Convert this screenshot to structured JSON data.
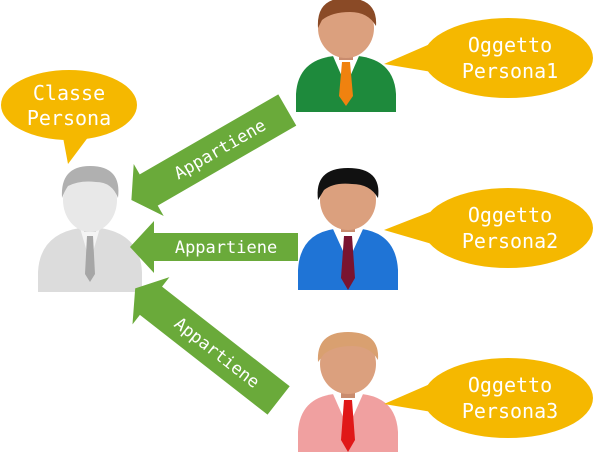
{
  "class_bubble": {
    "line1": "Classe",
    "line2": "Persona"
  },
  "objects": [
    {
      "line1": "Oggetto",
      "line2": "Persona1",
      "shirt_color": "#1e8a3c",
      "tie_color": "#f0820f",
      "hair_color": "#8a4a26"
    },
    {
      "line1": "Oggetto",
      "line2": "Persona2",
      "shirt_color": "#1f74d6",
      "tie_color": "#7a1430",
      "hair_color": "#111111"
    },
    {
      "line1": "Oggetto",
      "line2": "Persona3",
      "shirt_color": "#f0a0a0",
      "tie_color": "#e01818",
      "hair_color": "#d9a070"
    }
  ],
  "arrows": [
    {
      "label": "Appartiene"
    },
    {
      "label": "Appartiene"
    },
    {
      "label": "Appartiene"
    }
  ],
  "colors": {
    "bubble": "#f5b800",
    "arrow": "#6aaa3a",
    "class_figure": "#d9d9d9"
  }
}
